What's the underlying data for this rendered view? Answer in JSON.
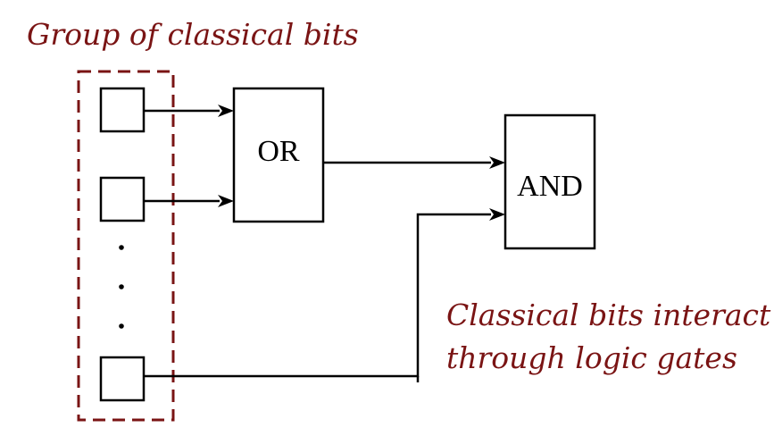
{
  "captions": {
    "group": "Group of classical bits",
    "interaction_line1": "Classical bits interact",
    "interaction_line2": "through logic gates"
  },
  "gates": {
    "or_label": "OR",
    "and_label": "AND"
  },
  "colors": {
    "accent": "#7a1414",
    "ink": "#000000",
    "background": "#ffffff"
  }
}
